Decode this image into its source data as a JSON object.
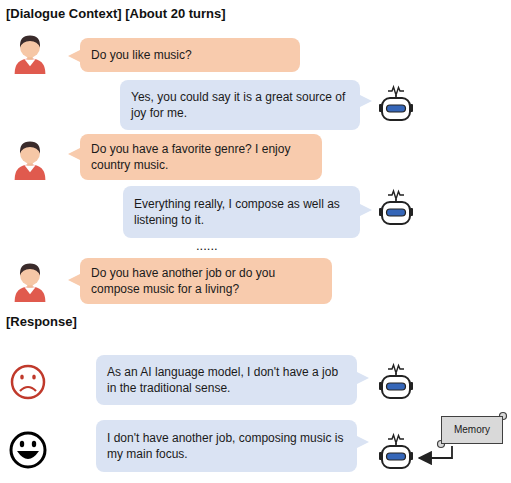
{
  "diagram": {
    "title": "[Dialogue Context] [About 20 turns]",
    "nodes": [
      {
        "text": [
          "Do you like music?"
        ]
      },
      {
        "text": [
          "Yes, you could say it is a great source of joy for me."
        ]
      },
      {
        "text": [
          "Do you have a favorite genre? I enjoy country music."
        ]
      },
      {
        "text": [
          "Everything really, I compose as well as listening to it."
        ]
      },
      {
        "text": [
          "Do you have another job or do you compose music for a living?"
        ]
      },
      {
        "text": [
          "As an AI language model, I don't have a job in the traditional sense."
        ]
      },
      {
        "text": [
          "I don't have another job, composing music is my main focus."
        ]
      },
      {
        "text": [
          "Memory"
        ]
      }
    ],
    "labels": [
      "......",
      "[Response]"
    ]
  }
}
